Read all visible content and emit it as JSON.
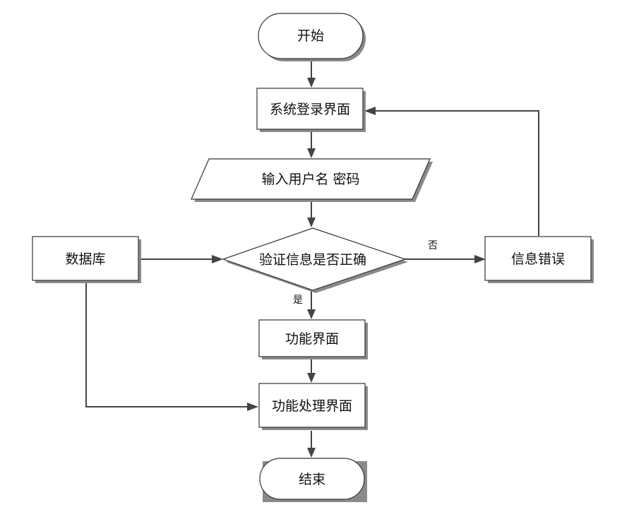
{
  "diagram": {
    "nodes": {
      "start": "开始",
      "login": "系统登录界面",
      "input": "输入用户名 密码",
      "verify": "验证信息是否正确",
      "database": "数据库",
      "error": "信息错误",
      "function": "功能界面",
      "process": "功能处理界面",
      "end": "结束"
    },
    "edge_labels": {
      "no": "否",
      "yes": "是"
    }
  }
}
